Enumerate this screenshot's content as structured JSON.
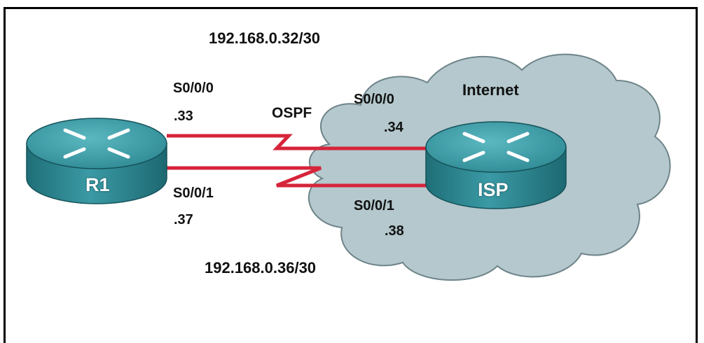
{
  "cloud": {
    "label": "Internet"
  },
  "devices": {
    "r1": {
      "label": "R1"
    },
    "isp": {
      "label": "ISP"
    }
  },
  "protocol": {
    "label": "OSPF"
  },
  "subnets": {
    "top": "192.168.0.32/30",
    "bottom": "192.168.0.36/30"
  },
  "interfaces": {
    "r1_s000": {
      "name": "S0/0/0",
      "ip": ".33"
    },
    "r1_s001": {
      "name": "S0/0/1",
      "ip": ".37"
    },
    "isp_s000": {
      "name": "S0/0/0",
      "ip": ".34"
    },
    "isp_s001": {
      "name": "S0/0/1",
      "ip": ".38"
    }
  },
  "colors": {
    "link": "#d6243a",
    "cloud_fill": "#b4c8cd",
    "router_body": "#2f8993",
    "router_top": "#3fa2ac"
  }
}
